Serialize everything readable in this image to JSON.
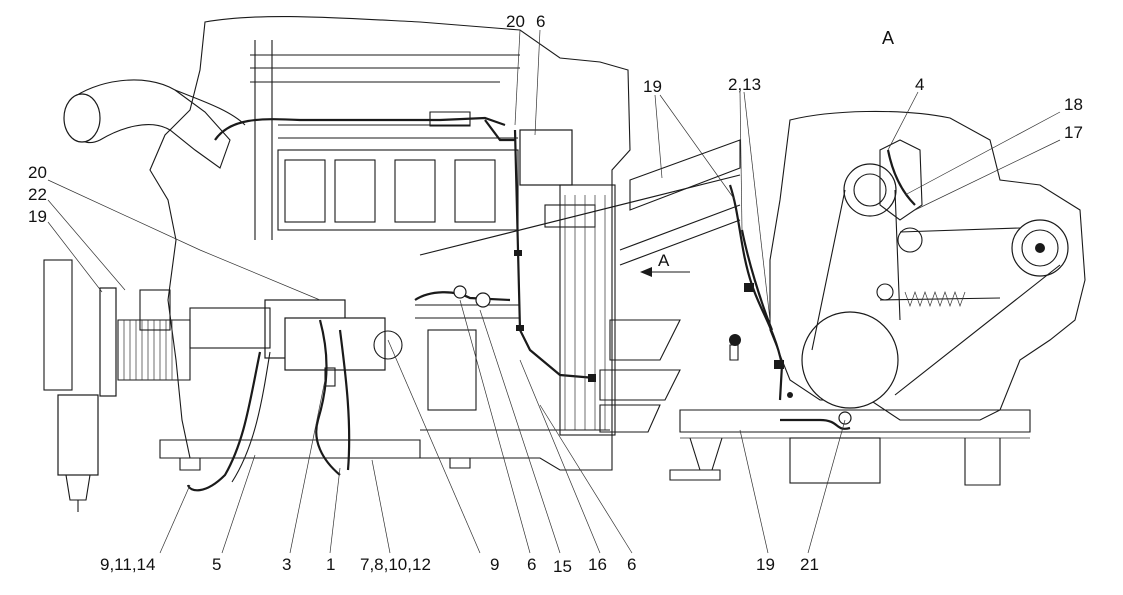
{
  "view_marker": "A",
  "arrow_label": "A",
  "callouts_top": [
    "20",
    "6",
    "19",
    "2,13",
    "4",
    "18",
    "17"
  ],
  "callouts_left": [
    "20",
    "22",
    "19"
  ],
  "callouts_bottom": [
    "9,11,14",
    "5",
    "3",
    "1",
    "7,8,10,12",
    "9",
    "6",
    "15",
    "16",
    "6",
    "19",
    "21"
  ]
}
